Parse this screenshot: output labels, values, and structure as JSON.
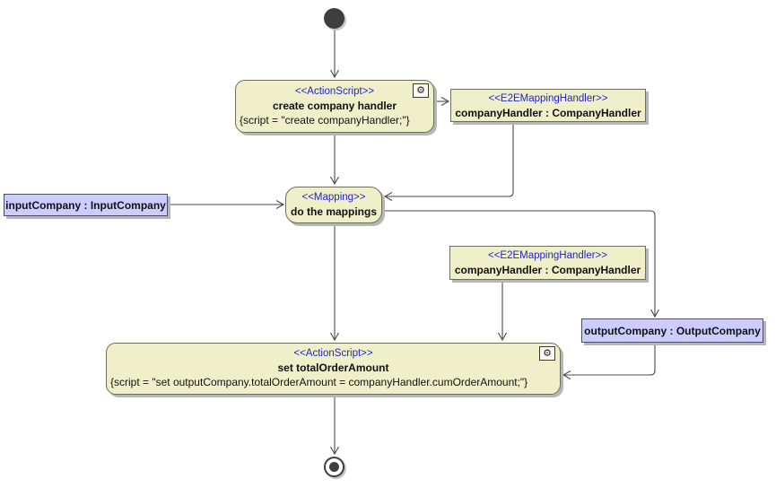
{
  "nodes": {
    "action_create": {
      "stereotype": "<<ActionScript>>",
      "name": "create company handler",
      "script": "{script = \"create companyHandler;\"}"
    },
    "handler_top": {
      "stereotype": "<<E2EMappingHandler>>",
      "name": "companyHandler : CompanyHandler"
    },
    "mapping": {
      "stereotype": "<<Mapping>>",
      "name": "do the mappings"
    },
    "input_company": {
      "name": "inputCompany : InputCompany"
    },
    "handler_bottom": {
      "stereotype": "<<E2EMappingHandler>>",
      "name": "companyHandler : CompanyHandler"
    },
    "output_company": {
      "name": "outputCompany : OutputCompany"
    },
    "action_set": {
      "stereotype": "<<ActionScript>>",
      "name": "set totalOrderAmount",
      "script": "{script = \"set outputCompany.totalOrderAmount = companyHandler.cumOrderAmount;\"}"
    }
  },
  "icons": {
    "gear": "⚙"
  },
  "colors": {
    "action_fill": "#EFEFC9",
    "object_fill": "#CCCCFF",
    "stereotype_text": "#2424CC",
    "node_border": "#6d6d5c",
    "edge_stroke": "#4A4A4A",
    "shadow": "#b6b6b6",
    "terminal_node": "#3E3E3E",
    "background": "#ffffff"
  },
  "edges": [
    {
      "from": "initial-node",
      "to": "action-create-company-handler"
    },
    {
      "from": "action-create-company-handler",
      "to": "object-companyhandler-top"
    },
    {
      "from": "object-companyhandler-top",
      "to": "action-do-the-mappings"
    },
    {
      "from": "action-create-company-handler",
      "to": "action-do-the-mappings"
    },
    {
      "from": "object-inputcompany",
      "to": "action-do-the-mappings"
    },
    {
      "from": "action-do-the-mappings",
      "to": "action-set-totalorderamount"
    },
    {
      "from": "action-do-the-mappings",
      "to": "object-outputcompany"
    },
    {
      "from": "object-outputcompany",
      "to": "action-set-totalorderamount"
    },
    {
      "from": "object-companyhandler-bottom",
      "to": "action-set-totalorderamount"
    },
    {
      "from": "action-set-totalorderamount",
      "to": "final-node"
    }
  ]
}
